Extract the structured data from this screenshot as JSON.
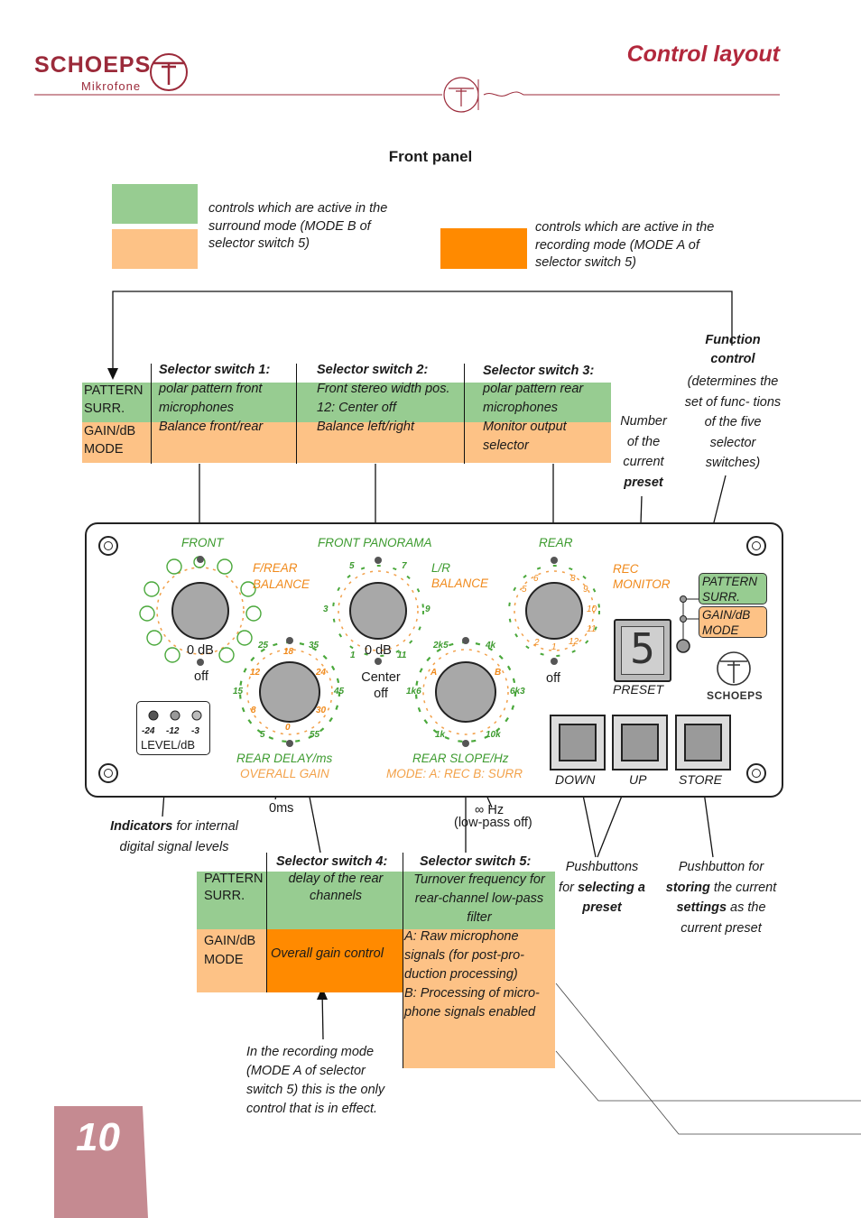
{
  "header": {
    "brand": "SCHOEPS",
    "brand_sub": "Mikrofone",
    "title": "Control layout"
  },
  "section_title": "Front panel",
  "legend": {
    "surround_text": "controls which are active in the surround mode (MODE B of selector switch 5)",
    "recording_text": "controls which are active in the recording mode (MODE A of selector switch 5)",
    "colors": {
      "green": "#97cc91",
      "peach": "#fdc286",
      "orange": "#ff8a00"
    }
  },
  "top_table": {
    "row1_label_a": "PATTERN",
    "row1_label_b": "SURR.",
    "row2_label_a": "GAIN/dB",
    "row2_label_b": "MODE",
    "col1": {
      "head": "Selector switch 1:",
      "green": "polar pattern front microphones",
      "peach": "Balance front/rear"
    },
    "col2": {
      "head": "Selector switch 2:",
      "green": "Front stereo width pos. 12: Center off",
      "peach": "Balance left/right"
    },
    "col3": {
      "head": "Selector switch 3:",
      "green": "polar pattern rear microphones",
      "peach": "Monitor output selector"
    }
  },
  "annotations": {
    "function_title": "Function control",
    "function_desc": "(determines the set of func- tions of the five selector switches)",
    "preset_number_a": "Number of the current",
    "preset_number_b": "preset",
    "indicators_bold": "Indicators",
    "indicators_rest": " for internal digital signal levels",
    "zero_ms": "0ms",
    "inf_hz": "∞ Hz",
    "lowpass_off": "(low-pass off)",
    "pushbuttons_select_a": "Pushbuttons for ",
    "pushbuttons_select_b": "selecting a preset",
    "pushbutton_store_a": "Pushbutton for ",
    "pushbutton_store_b": "storing",
    "pushbutton_store_c": " the current ",
    "pushbutton_store_d": "settings",
    "pushbutton_store_e": " as the current preset",
    "recording_note": "In the recording mode (MODE A of selector switch 5) this is the only control that is in effect."
  },
  "panel": {
    "front": "FRONT",
    "front_panorama": "FRONT PANORAMA",
    "rear": "REAR",
    "f_rear": "F/REAR",
    "balance": "BALANCE",
    "lr": "L/R",
    "rec": "REC",
    "monitor": "MONITOR",
    "knob1_value": "0 dB",
    "knob1_sub": "off",
    "knob2_value": "0 dB",
    "knob2_sub_a": "Center",
    "knob2_sub_b": "off",
    "knob3_sub": "off",
    "rear_delay": "REAR DELAY/ms",
    "overall_gain": "OVERALL GAIN",
    "rear_slope": "REAR SLOPE/Hz",
    "mode_ab": "MODE: A: REC B: SURR",
    "preset": "PRESET",
    "display_digit": "5",
    "level": "LEVEL/dB",
    "level_ticks": [
      "-24",
      "-12",
      "-3"
    ],
    "mode_pattern_a": "PATTERN",
    "mode_pattern_b": "SURR.",
    "mode_gain_a": "GAIN/dB",
    "mode_gain_b": "MODE",
    "btn_down": "DOWN",
    "btn_up": "UP",
    "btn_store": "STORE",
    "logo_text": "SCHOEPS",
    "delay_scale": [
      "25",
      "18",
      "35",
      "12",
      "24",
      "15",
      "45",
      "8",
      "30",
      "5",
      "0",
      "55"
    ],
    "slope_scale": [
      "2k5",
      "4k",
      "1k6",
      "6k3",
      "1k",
      "10k",
      "A",
      "B"
    ],
    "pan_scale": [
      "5",
      "7",
      "3",
      "9",
      "1",
      "11"
    ],
    "rear_scale": [
      "5",
      "6",
      "8",
      "9",
      "10",
      "11",
      "2",
      "1",
      "12"
    ]
  },
  "bottom_table": {
    "row1_label_a": "PATTERN",
    "row1_label_b": "SURR.",
    "row2_label_a": "GAIN/dB",
    "row2_label_b": "MODE",
    "col4": {
      "head": "Selector switch 4:",
      "green": "delay of the rear channels",
      "orange": "Overall gain control"
    },
    "col5": {
      "head": "Selector switch 5:",
      "green": "Turnover frequency for rear-channel low-pass filter",
      "peach_a": "A: Raw microphone signals (for post-pro- duction processing)",
      "peach_b": "B: Processing of micro- phone signals enabled"
    }
  },
  "page_number": "10"
}
